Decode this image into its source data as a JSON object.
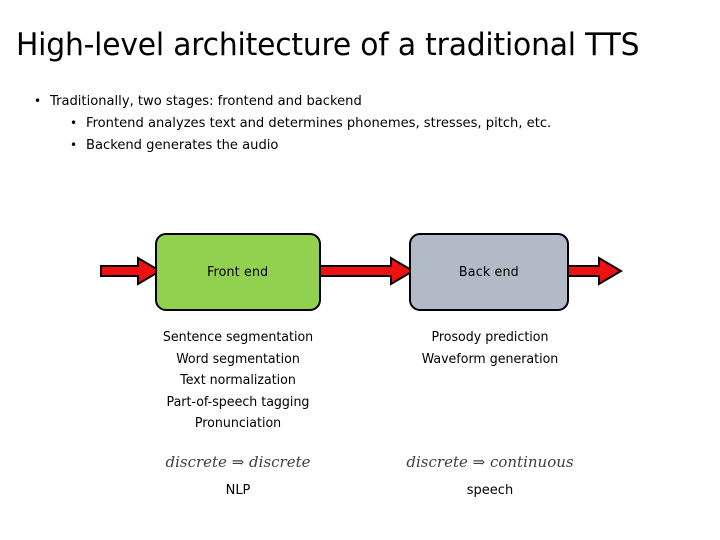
{
  "slide": {
    "title": "High-level architecture of a traditional TTS",
    "bullet_marker": "•"
  },
  "bullets": [
    {
      "level": 1,
      "text": "Traditionally, two stages: frontend and backend"
    },
    {
      "level": 2,
      "text": "Frontend analyzes text and determines phonemes, stresses, pitch, etc."
    },
    {
      "level": 2,
      "text": "Backend generates the audio"
    }
  ],
  "diagram": {
    "type": "pipeline",
    "arrow_color": "#EE1111",
    "arrow_outline_color": "#000000",
    "stages": [
      {
        "id": "frontend",
        "box_label": "Front end",
        "box_fill": "#92D050",
        "box_border": "#000000",
        "details": [
          "Sentence  segmentation",
          "Word segmentation",
          "Text normalization",
          "Part-of-speech tagging",
          "Pronunciation"
        ],
        "mapping": "discrete ⇒ discrete",
        "domain": "NLP"
      },
      {
        "id": "backend",
        "box_label": "Back end",
        "box_fill": "#B2B9C7",
        "box_border": "#000000",
        "details": [
          "Prosody prediction",
          "Waveform generation"
        ],
        "mapping": "discrete ⇒ continuous",
        "domain": "speech"
      }
    ],
    "arrows": [
      {
        "name": "input-arrow",
        "position": "left-of-frontend"
      },
      {
        "name": "frontend-to-backend-arrow",
        "position": "between-boxes"
      },
      {
        "name": "output-arrow",
        "position": "right-of-backend"
      }
    ]
  }
}
